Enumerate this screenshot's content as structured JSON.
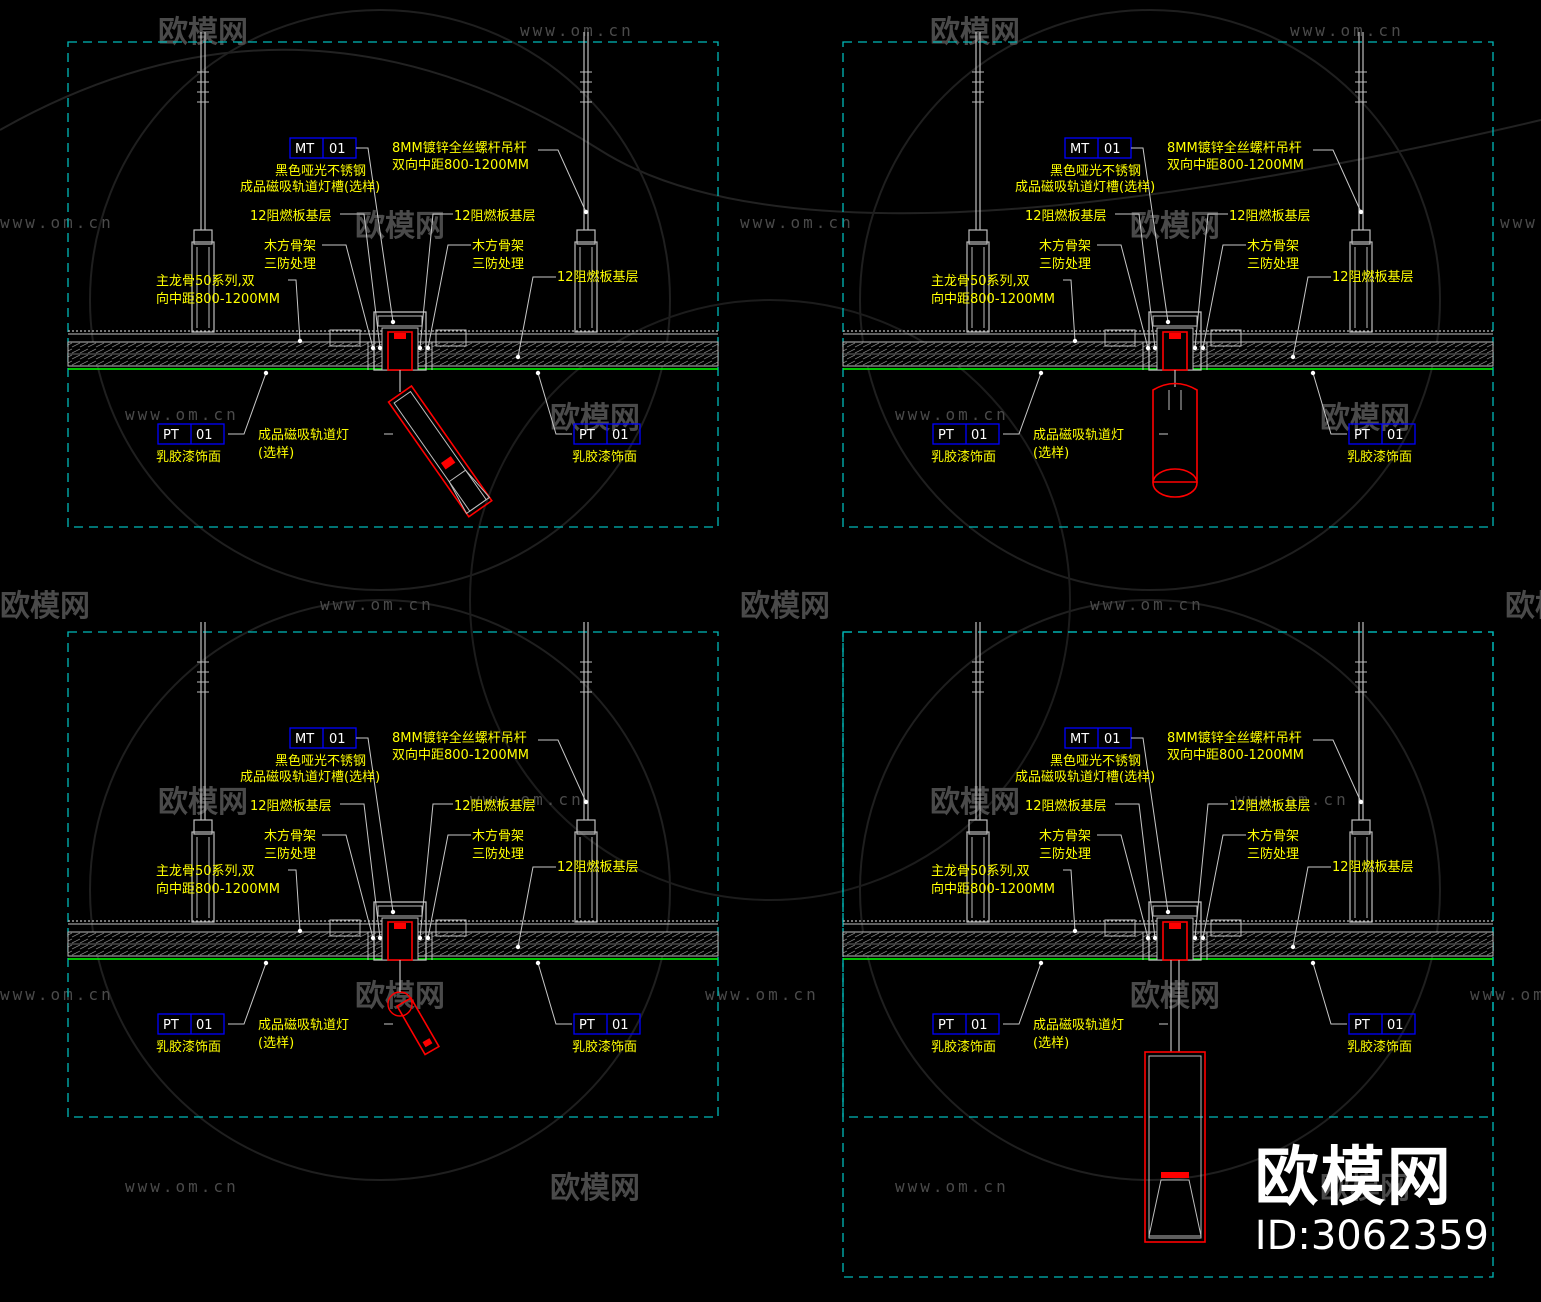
{
  "colors": {
    "background": "#000000",
    "label_text": "#ffff00",
    "tag_box": "#0000ff",
    "tag_text": "#ffffff",
    "frame": "#00b8b8",
    "finish_line": "#00ff00",
    "fixture": "#ff0000",
    "drawing_line": "#bdbdbd",
    "watermark": "#4a4a4a"
  },
  "tags": {
    "mt_code": "MT",
    "mt_num": "01",
    "pt_code": "PT",
    "pt_num": "01"
  },
  "labels": {
    "mt_desc_1": "黑色哑光不锈钢",
    "mt_desc_2": "成品磁吸轨道灯槽(选样)",
    "rod_1": "8MM镀锌全丝螺杆吊杆",
    "rod_2": "双向中距800-1200MM",
    "board_left": "12阻燃板基层",
    "board_mid": "12阻燃板基层",
    "board_right": "12阻燃板基层",
    "wood_left_1": "木方骨架",
    "wood_left_2": "三防处理",
    "wood_right_1": "木方骨架",
    "wood_right_2": "三防处理",
    "keel_1": "主龙骨50系列,双",
    "keel_2": "向中距800-1200MM",
    "lamp_1": "成品磁吸轨道灯",
    "lamp_2": "(选样)",
    "pt_desc": "乳胶漆饰面"
  },
  "watermark": {
    "url": "www.om.cn",
    "brand_cn": "欧模网"
  },
  "footer": {
    "brand": "欧模网",
    "id": "ID:3062359"
  }
}
